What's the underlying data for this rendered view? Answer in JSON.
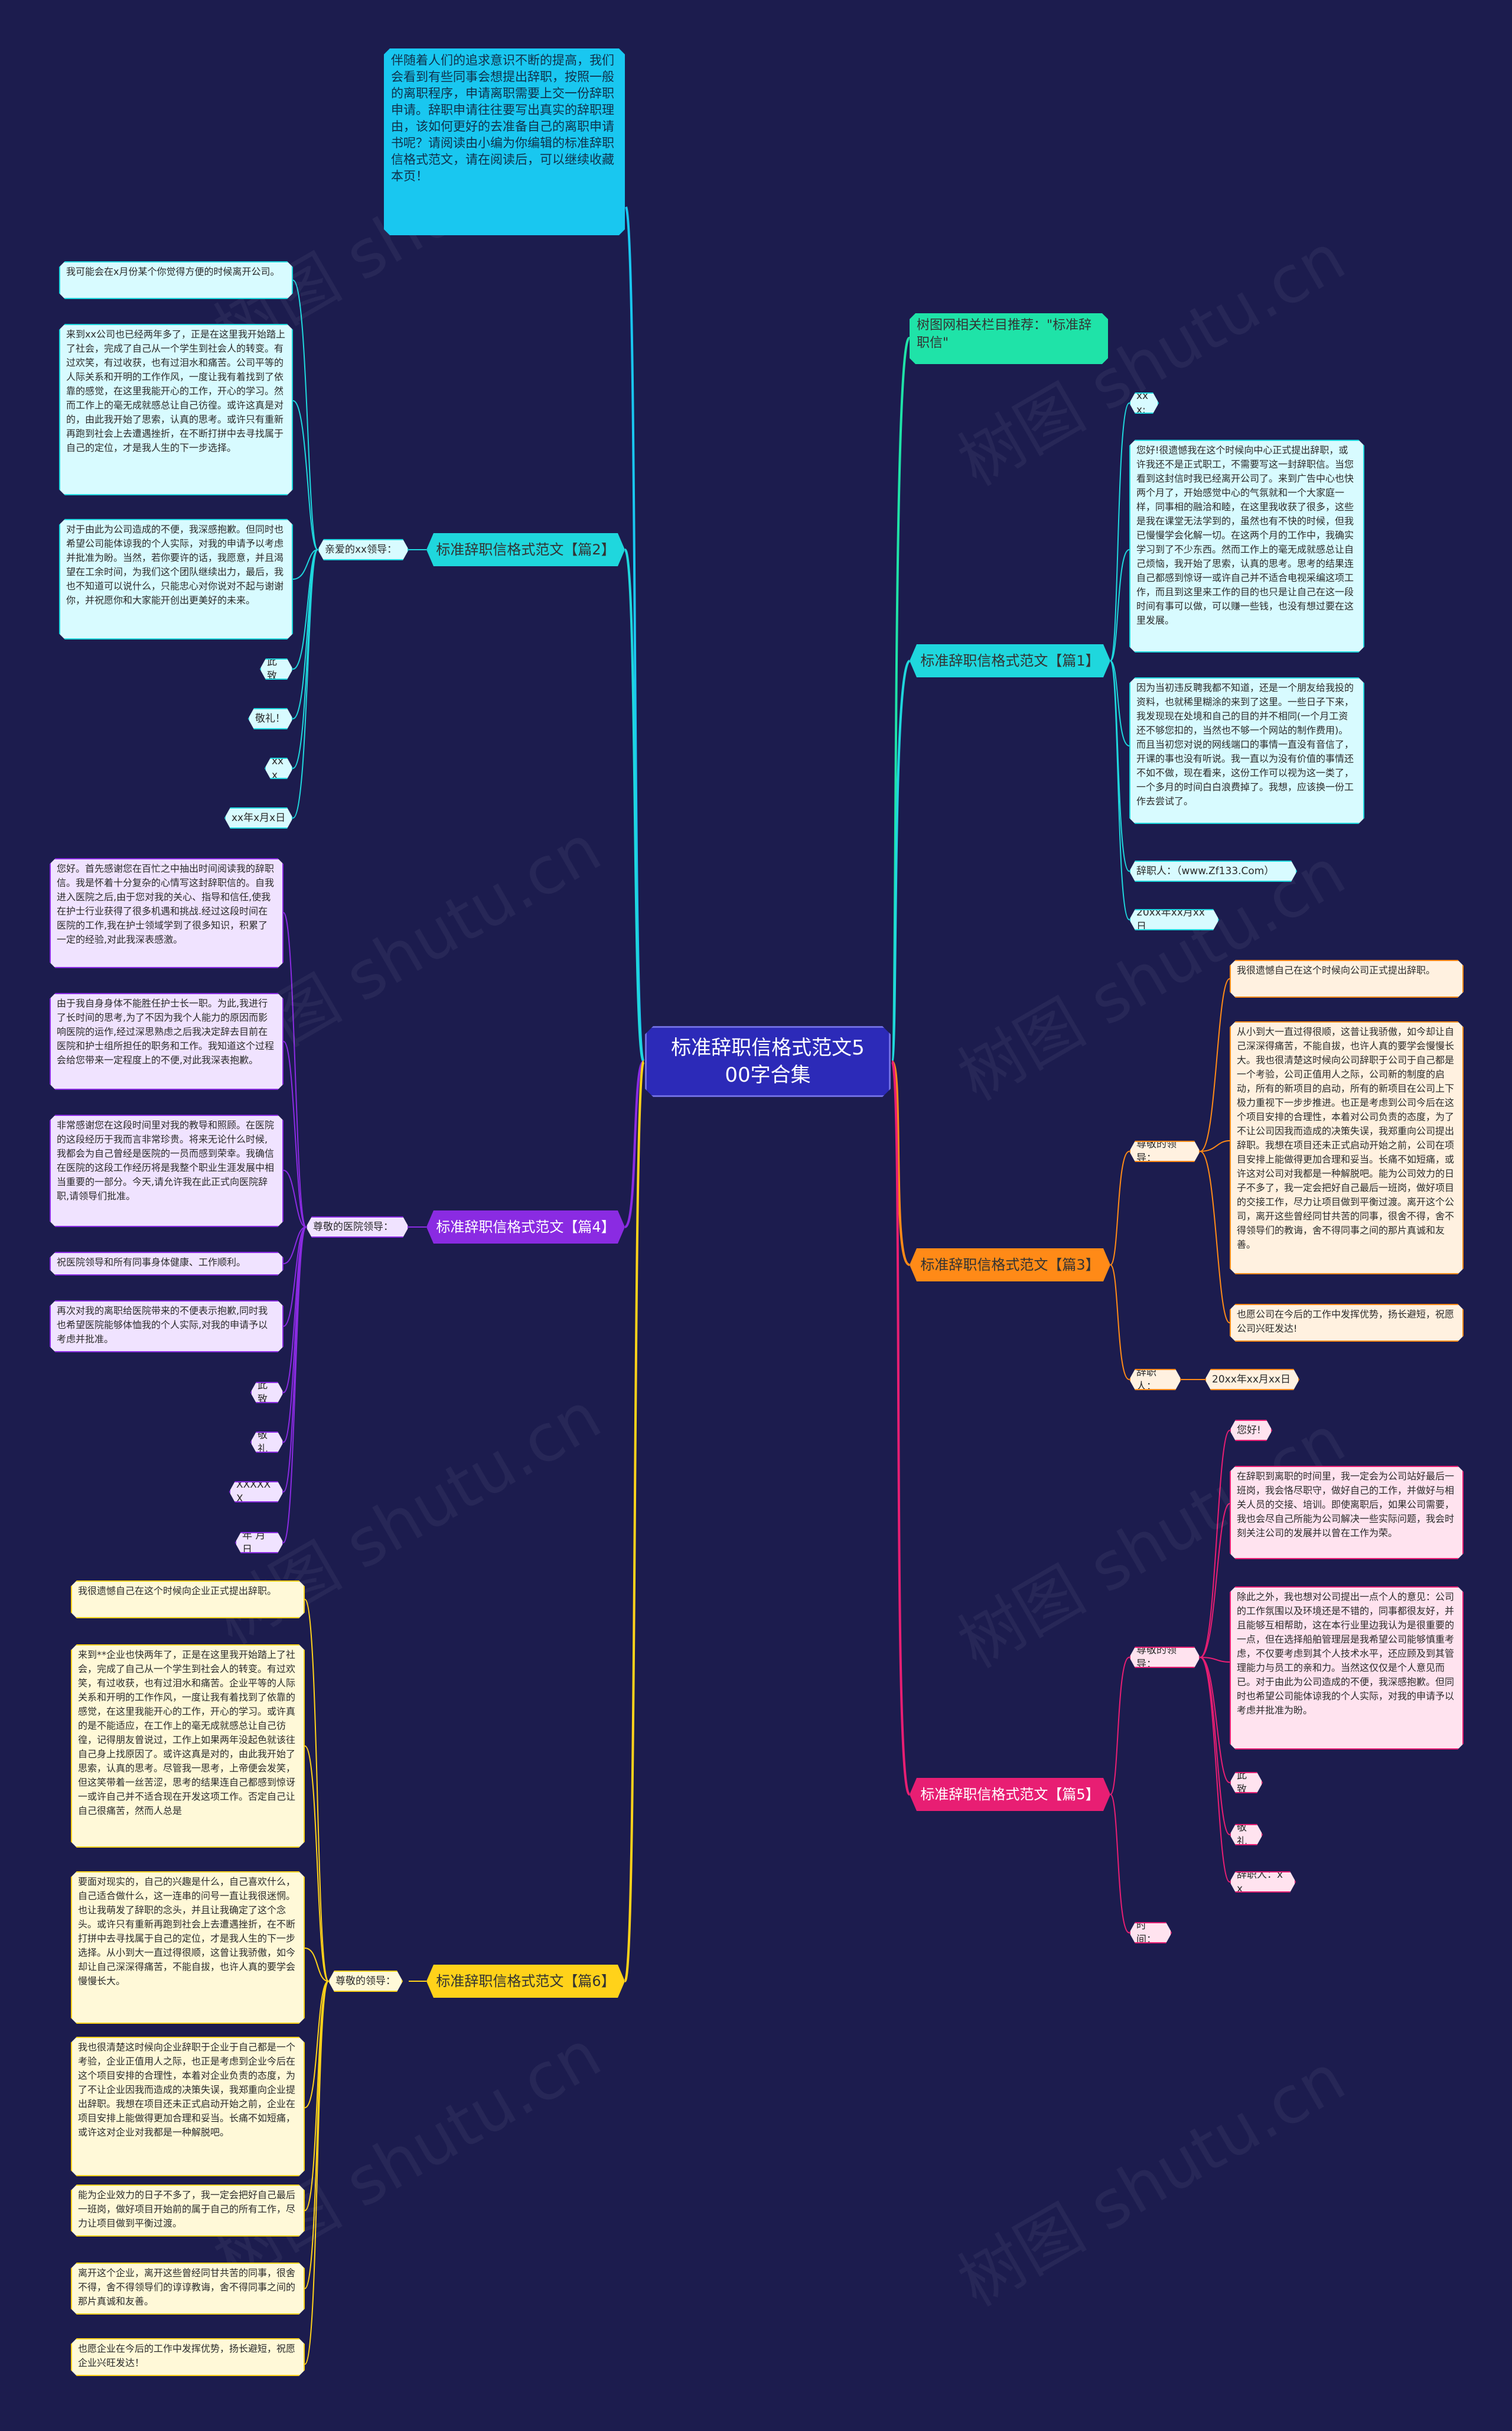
{
  "watermark": "树图 shutu.cn",
  "colors": {
    "background": "#1c1c4e",
    "green": "#1fe3a8",
    "teal": "#1fd7dd",
    "orange": "#ff8a17",
    "pink": "#e81e73",
    "purple": "#8a2be2",
    "yellow": "#ffd21a",
    "cyan": "#19c7f0"
  },
  "center": "标准辞职信格式范文500字合集",
  "intro": "伴随着人们的追求意识不断的提高，我们会看到有些同事会想提出辞职，按照一般的离职程序，申请离职需要上交一份辞职申请。辞职申请往往要写出真实的辞职理由，该如何更好的去准备自己的离职申请书呢？请阅读由小编为你编辑的标准辞职信格式范文，请在阅读后，可以继续收藏本页！",
  "recommend": "树图网相关栏目推荐：\"标准辞职信\"",
  "p1": {
    "title": "标准辞职信格式范文【篇1】",
    "greeting": "xxx:",
    "para1": "您好!很遗憾我在这个时候向中心正式提出辞职，或许我还不是正式职工，不需要写这一封辞职信。当您看到这封信时我已经离开公司了。来到广告中心也快两个月了，开始感觉中心的气氛就和一个大家庭一样，同事相的融洽和睦，在这里我收获了很多，这些是我在课堂无法学到的，虽然也有不快的时候，但我已慢慢学会化解一切。在这两个月的工作中，我确实学习到了不少东西。然而工作上的毫无成就感总让自己烦恼，我开始了思索，认真的思考。思考的结果连自己都感到惊讶一或许自己并不适合电视采编这项工作，而且到这里来工作的目的也只是让自己在这一段时间有事可以做，可以赚一些钱，也没有想过要在这里发展。",
    "para2": "因为当初违反聘我都不知道，还是一个朋友给我投的资料，也就稀里糊涂的来到了这里。一些日子下来，我发现现在处境和自己的目的并不相同(一个月工资还不够您扣的，当然也不够一个网站的制作费用)。而且当初您对说的网线端口的事情一直没有音信了，开课的事也没有听说。我一直以为没有价值的事情还不如不做，现在看来，这份工作可以视为这一类了，一个多月的时间白白浪费掉了。我想，应该换一份工作去尝试了。",
    "signer": "辞职人：（www.Zf133.Com）",
    "date": "20xx年xx月xx日"
  },
  "p2": {
    "title": "标准辞职信格式范文【篇2】",
    "greeting": "亲爱的xx领导：",
    "para1": "我可能会在x月份某个你觉得方便的时候离开公司。",
    "para2": "来到xx公司也已经两年多了，正是在这里我开始踏上了社会，完成了自己从一个学生到社会人的转变。有过欢笑，有过收获，也有过泪水和痛苦。公司平等的人际关系和开明的工作作风，一度让我有着找到了依靠的感觉，在这里我能开心的工作，开心的学习。然而工作上的毫无成就感总让自己彷徨。或许这真是对的，由此我开始了思索，认真的思考。或许只有重新再跑到社会上去遭遇挫折，在不断打拼中去寻找属于自己的定位，才是我人生的下一步选择。",
    "para3": "对于由此为公司造成的不便，我深感抱歉。但同时也希望公司能体谅我的个人实际，对我的申请予以考虑并批准为盼。当然，若你要许的话，我愿意，并且渴望在工余时间，为我们这个团队继续出力，最后，我也不知道可以说什么，只能忠心对你说对不起与谢谢你，并祝愿你和大家能开创出更美好的未来。",
    "close1": "此致",
    "close2": "敬礼！",
    "signer": "xxx",
    "date": "xx年x月x日"
  },
  "p3": {
    "title": "标准辞职信格式范文【篇3】",
    "greeting": "尊敬的领导：",
    "para1": "我很遗憾自己在这个时候向公司正式提出辞职。",
    "para2": "从小到大一直过得很顺，这普让我骄傲，如今却让自己深深得痛苦，不能自拔，也许人真的要学会慢慢长大。我也很清楚这时候向公司辞职于公司于自己都是一个考验，公司正值用人之际，公司新的制度的启动，所有的新项目的启动，所有的新项目在公司上下极力重视下一步步推进。也正是考虑到公司今后在这个项目安排的合理性，本着对公司负责的态度，为了不让公司因我而造成的决策失误，我郑重向公司提出辞职。我想在项目还未正式启动开始之前，公司在项目安排上能做得更加合理和妥当。长痛不如短痛，或许这对公司对我都是一种解脱吧。能为公司效力的日子不多了，我一定会把好自己最后一班岗，做好项目的交接工作，尽力让项目做到平衡过渡。离开这个公司，离开这些曾经同甘共苦的同事，很舍不得，舍不得领导们的教诲，舍不得同事之间的那片真诚和友善。",
    "para3": "也愿公司在今后的工作中发挥优势，扬长避短，祝愿公司兴旺发达!",
    "signer": "辞职人：",
    "date": "20xx年xx月xx日"
  },
  "p4": {
    "title": "标准辞职信格式范文【篇4】",
    "greeting": "尊敬的医院领导：",
    "para1": "您好。首先感谢您在百忙之中抽出时间阅读我的辞职信。我是怀着十分复杂的心情写这封辞职信的。自我进入医院之后,由于您对我的关心、指导和信任,使我在护士行业获得了很多机遇和挑战.经过这段时间在医院的工作,我在护士领域学到了很多知识，积累了一定的经验,对此我深表感激。",
    "para2": "由于我自身身体不能胜任护士长一职。为此,我进行了长时间的思考,为了不因为我个人能力的原因而影响医院的运作,经过深思熟虑之后我决定辞去目前在医院和护士组所担任的职务和工作。我知道这个过程会给您带来一定程度上的不便,对此我深表抱歉。",
    "para3": "非常感谢您在这段时间里对我的教导和照顾。在医院的这段经历于我而言非常珍贵。将来无论什么时候,我都会为自己曾经是医院的一员而感到荣幸。我确信在医院的这段工作经历将是我整个职业生涯发展中相当重要的一部分。今天,请允许我在此正式向医院辞职,请领导们批准。",
    "para4": "祝医院领导和所有同事身体健康、工作顺利。",
    "para5": "再次对我的离职给医院带来的不便表示抱歉,同时我也希望医院能够体恤我的个人实际,对我的申请予以考虑并批准。",
    "close1": "此致",
    "close2": "敬礼",
    "signer": "XXXXXX",
    "date": "年 月 日"
  },
  "p5": {
    "title": "标准辞职信格式范文【篇5】",
    "greeting": "尊敬的领导：",
    "hello": "您好!",
    "para1": "在辞职到离职的时间里，我一定会为公司站好最后一班岗，我会恪尽职守，做好自己的工作，并做好与相关人员的交接、培训。即使离职后，如果公司需要，我也会尽自己所能为公司解决一些实际问题，我会时刻关注公司的发展并以曾在工作为荣。",
    "para2": "除此之外，我也想对公司提出一点个人的意见：公司的工作氛围以及环境还是不错的，同事都很友好，并且能够互相帮助，这在本行业里边我认为是很重要的一点，但在选择船舶管理层是我希望公司能够慎重考虑，不仅要考虑到其个人技术水平，还应顾及到其管理能力与员工的亲和力。当然这仅仅是个人意见而已。对于由此为公司造成的不便，我深感抱歉。但同时也希望公司能体谅我的个人实际，对我的申请予以考虑并批准为盼。",
    "close1": "此致",
    "close2": "敬礼",
    "signer": "辞职人：xx",
    "date": "时间："
  },
  "p6": {
    "title": "标准辞职信格式范文【篇6】",
    "greeting": "尊敬的领导：",
    "para1": "我很遗憾自己在这个时候向企业正式提出辞职。",
    "para2": "来到**企业也快两年了，正是在这里我开始踏上了社会，完成了自己从一个学生到社会人的转变。有过欢笑，有过收获，也有过泪水和痛苦。企业平等的人际关系和开明的工作作风，一度让我有着找到了依靠的感觉，在这里我能开心的工作，开心的学习。或许真的是不能适应，在工作上的毫无成就感总让自己彷徨，记得朋友曾说过，工作上如果两年没起色就该往自己身上找原因了。或许这真是对的，由此我开始了思索，认真的思考。尽管我一思考，上帝便会发笑，但这笑带着一丝苦涩，思考的结果连自己都感到惊讶一或许自己并不适合现在开发这项工作。否定自己让自己很痛苦，然而人总是",
    "para3": "要面对现实的，自己的兴趣是什么，自己喜欢什么，自己适合做什么，这一连串的问号一直让我很迷惘。也让我萌发了辞职的念头，并且让我确定了这个念头。或许只有重新再跑到社会上去遭遇挫折，在不断打拼中去寻找属于自己的定位，才是我人生的下一步选择。从小到大一直过得很顺，这曾让我骄傲，如今却让自己深深得痛苦，不能自拔，也许人真的要学会慢慢长大。",
    "para4": "我也很清楚这时候向企业辞职于企业于自己都是一个考验，企业正值用人之际，也正是考虑到企业今后在这个项目安排的合理性，本着对企业负责的态度，为了不让企业因我而造成的决策失误，我郑重向企业提出辞职。我想在项目还未正式启动开始之前，企业在项目安排上能做得更加合理和妥当。长痛不如短痛，或许这对企业对我都是一种解脱吧。",
    "para5": "能为企业效力的日子不多了，我一定会把好自己最后一班岗，做好项目开始前的属于自己的所有工作，尽力让项目做到平衡过渡。",
    "para6": "离开这个企业，离开这些曾经同甘共苦的同事，很舍不得，舍不得领导们的谆谆教诲，舍不得同事之间的那片真诚和友善。",
    "para7": "也愿企业在今后的工作中发挥优势，扬长避短，祝愿企业兴旺发达！"
  }
}
